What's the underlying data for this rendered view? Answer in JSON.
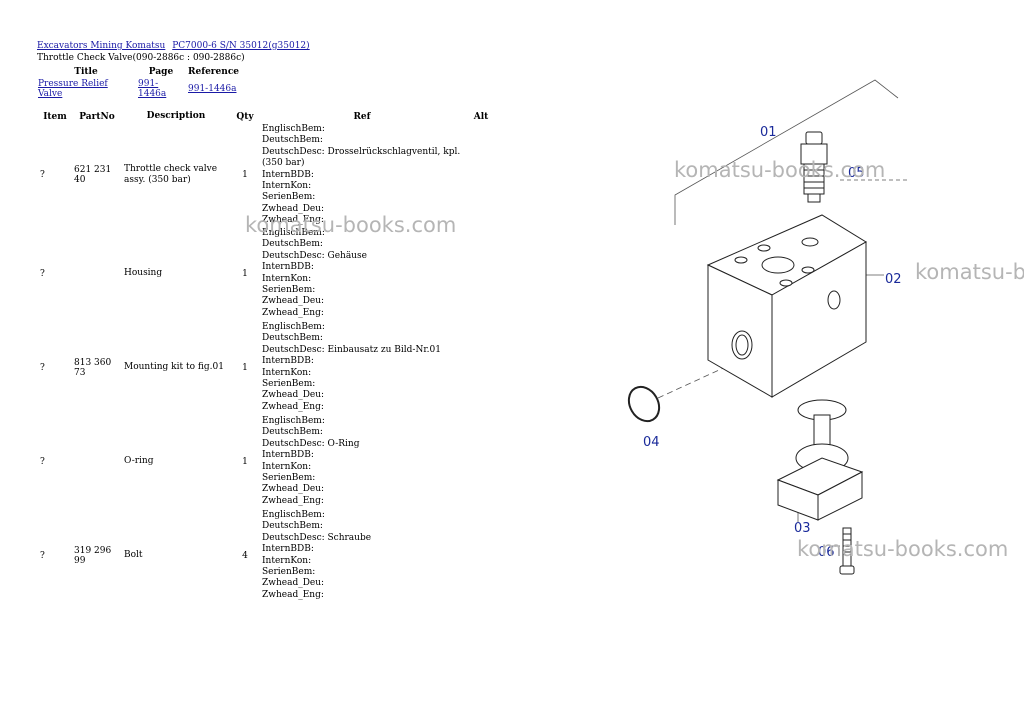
{
  "breadcrumb": [
    {
      "label": "Excavators Mining Komatsu"
    },
    {
      "label": "PC7000-6 S/N 35012(g35012)"
    }
  ],
  "subtitle": "Throttle Check Valve(090-2886c : 090-2886c)",
  "reference_table": {
    "headers": {
      "title": "Title",
      "page": "Page",
      "reference": "Reference"
    },
    "row": {
      "title": "Pressure Relief Valve",
      "page": "991-1446a",
      "reference": "991-1446a"
    }
  },
  "parts_table": {
    "headers": {
      "item": "Item",
      "partno": "PartNo",
      "description": "Description",
      "qty": "Qty",
      "ref": "Ref",
      "alt": "Alt"
    },
    "rows": [
      {
        "item": "?",
        "partno": "621 231 40",
        "description": "Throttle check valve assy. (350 bar)",
        "qty": "1",
        "ref": [
          "EnglischBem:",
          "DeutschBem:",
          "DeutschDesc: Drosselrückschlagventil, kpl.",
          "(350 bar)",
          "InternBDB:",
          "InternKon:",
          "SerienBem:",
          "Zwhead_Deu:",
          "Zwhead_Eng:"
        ]
      },
      {
        "item": "?",
        "partno": "",
        "description": "Housing",
        "qty": "1",
        "ref": [
          "EnglischBem:",
          "DeutschBem:",
          "DeutschDesc: Gehäuse",
          "InternBDB:",
          "InternKon:",
          "SerienBem:",
          "Zwhead_Deu:",
          "Zwhead_Eng:"
        ]
      },
      {
        "item": "?",
        "partno": "813 360 73",
        "description": "Mounting kit to fig.01",
        "qty": "1",
        "ref": [
          "EnglischBem:",
          "DeutschBem:",
          "DeutschDesc: Einbausatz zu Bild-Nr.01",
          "InternBDB:",
          "InternKon:",
          "SerienBem:",
          "Zwhead_Deu:",
          "Zwhead_Eng:"
        ]
      },
      {
        "item": "?",
        "partno": "",
        "description": "O-ring",
        "qty": "1",
        "ref": [
          "EnglischBem:",
          "DeutschBem:",
          "DeutschDesc: O-Ring",
          "InternBDB:",
          "InternKon:",
          "SerienBem:",
          "Zwhead_Deu:",
          "Zwhead_Eng:"
        ]
      },
      {
        "item": "?",
        "partno": "319 296 99",
        "description": "Bolt",
        "qty": "4",
        "ref": [
          "EnglischBem:",
          "DeutschBem:",
          "DeutschDesc: Schraube",
          "InternBDB:",
          "InternKon:",
          "SerienBem:",
          "Zwhead_Deu:",
          "Zwhead_Eng:"
        ]
      }
    ]
  },
  "diagram": {
    "callouts": [
      "01",
      "02",
      "03",
      "04",
      "05",
      "06"
    ]
  },
  "watermarks": [
    "komatsu-books.com",
    "komatsu-books.com",
    "komatsu-b",
    "komatsu-books.com"
  ]
}
